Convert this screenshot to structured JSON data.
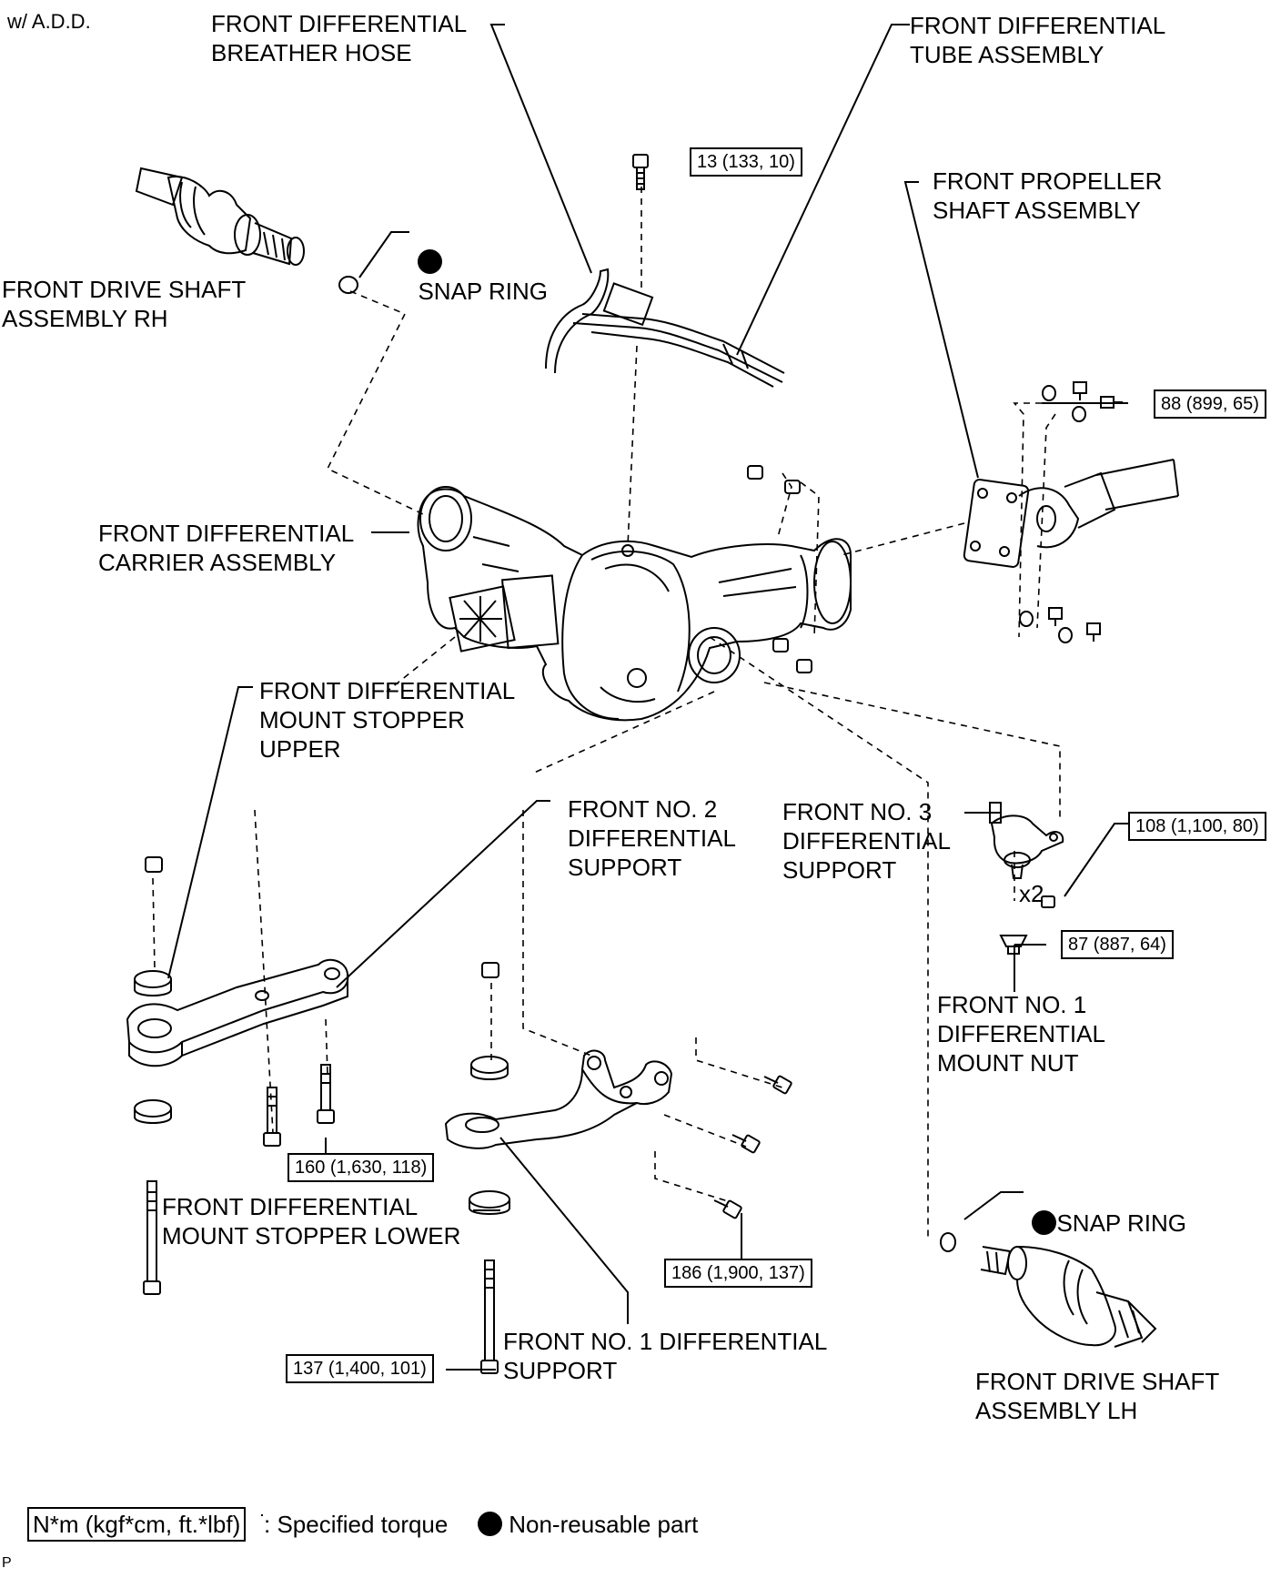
{
  "variant": "w/ A.D.D.",
  "labels": {
    "breather_hose": "FRONT DIFFERENTIAL\nBREATHER HOSE",
    "tube_assembly": "FRONT DIFFERENTIAL\nTUBE ASSEMBLY",
    "propeller_shaft": "FRONT PROPELLER\nSHAFT ASSEMBLY",
    "snap_ring_rh": "SNAP RING",
    "drive_shaft_rh": "FRONT DRIVE SHAFT\nASSEMBLY RH",
    "carrier_assembly": "FRONT DIFFERENTIAL\nCARRIER ASSEMBLY",
    "mount_stopper_upper": "FRONT DIFFERENTIAL\nMOUNT STOPPER\nUPPER",
    "no2_support": "FRONT NO. 2\nDIFFERENTIAL\nSUPPORT",
    "no3_support": "FRONT NO. 3\nDIFFERENTIAL\nSUPPORT",
    "x2": "x2",
    "no1_mount_nut": "FRONT NO. 1\nDIFFERENTIAL\nMOUNT NUT",
    "mount_stopper_lower": "FRONT DIFFERENTIAL\nMOUNT STOPPER LOWER",
    "snap_ring_lh": "SNAP RING",
    "no1_support": "FRONT NO. 1 DIFFERENTIAL\nSUPPORT",
    "drive_shaft_lh": "FRONT DRIVE SHAFT\nASSEMBLY LH"
  },
  "torques": {
    "t13": "13 (133, 10)",
    "t88": "88 (899, 65)",
    "t108": "108 (1,100, 80)",
    "t87": "87 (887, 64)",
    "t160": "160 (1,630, 118)",
    "t186": "186 (1,900, 137)",
    "t137": "137 (1,400, 101)"
  },
  "legend": {
    "unit": "N*m (kgf*cm, ft.*lbf)",
    "specified": ": Specified torque",
    "non_reusable": "Non-reusable part"
  },
  "footer_code": "P"
}
